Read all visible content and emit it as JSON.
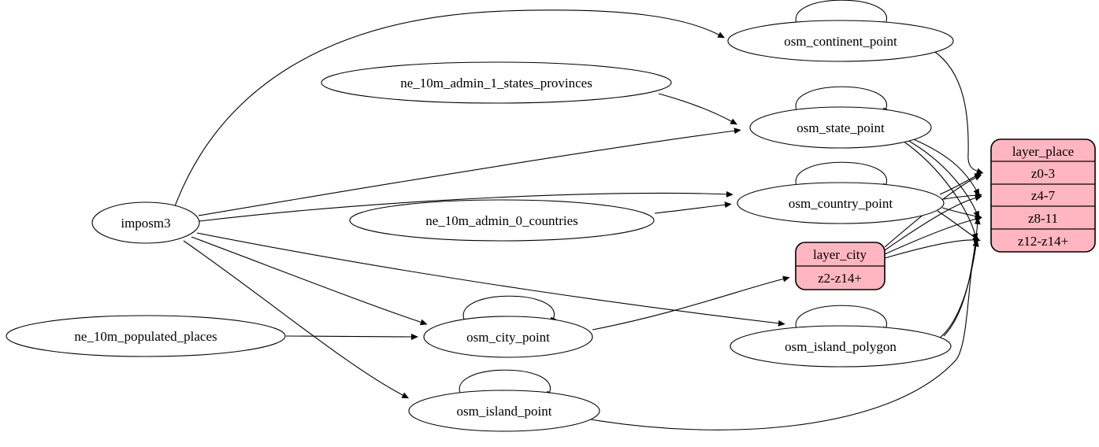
{
  "diagram": {
    "kind": "etl-dependency-graph",
    "colors": {
      "background": "#ffffff",
      "node_fill": "#ffffff",
      "record_fill": "#ffb6c1",
      "stroke": "#000000"
    },
    "nodes": {
      "imposm3": {
        "label": "imposm3",
        "shape": "ellipse"
      },
      "ne_10m_admin_1_states_provinces": {
        "label": "ne_10m_admin_1_states_provinces",
        "shape": "ellipse"
      },
      "ne_10m_admin_0_countries": {
        "label": "ne_10m_admin_0_countries",
        "shape": "ellipse"
      },
      "ne_10m_populated_places": {
        "label": "ne_10m_populated_places",
        "shape": "ellipse"
      },
      "osm_continent_point": {
        "label": "osm_continent_point",
        "shape": "ellipse",
        "self_loop": true
      },
      "osm_state_point": {
        "label": "osm_state_point",
        "shape": "ellipse",
        "self_loop": true
      },
      "osm_country_point": {
        "label": "osm_country_point",
        "shape": "ellipse",
        "self_loop": true
      },
      "osm_city_point": {
        "label": "osm_city_point",
        "shape": "ellipse",
        "self_loop": true
      },
      "osm_island_polygon": {
        "label": "osm_island_polygon",
        "shape": "ellipse",
        "self_loop": true
      },
      "osm_island_point": {
        "label": "osm_island_point",
        "shape": "ellipse",
        "self_loop": true
      },
      "layer_city": {
        "label": "layer_city",
        "shape": "record",
        "rows": [
          "z2-z14+"
        ]
      },
      "layer_place": {
        "label": "layer_place",
        "shape": "record",
        "rows": [
          "z0-3",
          "z4-7",
          "z8-11",
          "z12-z14+"
        ]
      }
    },
    "edges": [
      {
        "from": "imposm3",
        "to": "osm_continent_point"
      },
      {
        "from": "imposm3",
        "to": "osm_state_point"
      },
      {
        "from": "imposm3",
        "to": "osm_country_point"
      },
      {
        "from": "imposm3",
        "to": "osm_city_point"
      },
      {
        "from": "imposm3",
        "to": "osm_island_polygon"
      },
      {
        "from": "imposm3",
        "to": "osm_island_point"
      },
      {
        "from": "ne_10m_admin_1_states_provinces",
        "to": "osm_state_point"
      },
      {
        "from": "ne_10m_admin_0_countries",
        "to": "osm_country_point"
      },
      {
        "from": "ne_10m_populated_places",
        "to": "osm_city_point"
      },
      {
        "from": "osm_continent_point",
        "to": "osm_continent_point"
      },
      {
        "from": "osm_state_point",
        "to": "osm_state_point"
      },
      {
        "from": "osm_country_point",
        "to": "osm_country_point"
      },
      {
        "from": "osm_city_point",
        "to": "osm_city_point"
      },
      {
        "from": "osm_island_polygon",
        "to": "osm_island_polygon"
      },
      {
        "from": "osm_island_point",
        "to": "osm_island_point"
      },
      {
        "from": "osm_city_point",
        "to": "layer_city",
        "to_port": "z2-z14+"
      },
      {
        "from": "osm_continent_point",
        "to": "layer_place",
        "to_port": "z0-3"
      },
      {
        "from": "osm_country_point",
        "to": "layer_place",
        "to_port": "z0-3"
      },
      {
        "from": "osm_country_point",
        "to": "layer_place",
        "to_port": "z4-7"
      },
      {
        "from": "osm_country_point",
        "to": "layer_place",
        "to_port": "z8-11"
      },
      {
        "from": "osm_country_point",
        "to": "layer_place",
        "to_port": "z12-z14+"
      },
      {
        "from": "osm_state_point",
        "to": "layer_place",
        "to_port": "z4-7"
      },
      {
        "from": "osm_state_point",
        "to": "layer_place",
        "to_port": "z8-11"
      },
      {
        "from": "osm_state_point",
        "to": "layer_place",
        "to_port": "z12-z14+"
      },
      {
        "from": "layer_city",
        "to": "layer_place",
        "to_port": "z0-3"
      },
      {
        "from": "layer_city",
        "to": "layer_place",
        "to_port": "z4-7"
      },
      {
        "from": "layer_city",
        "to": "layer_place",
        "to_port": "z8-11"
      },
      {
        "from": "layer_city",
        "to": "layer_place",
        "to_port": "z12-z14+"
      },
      {
        "from": "osm_island_polygon",
        "to": "layer_place",
        "to_port": "z8-11"
      },
      {
        "from": "osm_island_polygon",
        "to": "layer_place",
        "to_port": "z12-z14+"
      },
      {
        "from": "osm_island_point",
        "to": "layer_place",
        "to_port": "z12-z14+"
      }
    ]
  }
}
